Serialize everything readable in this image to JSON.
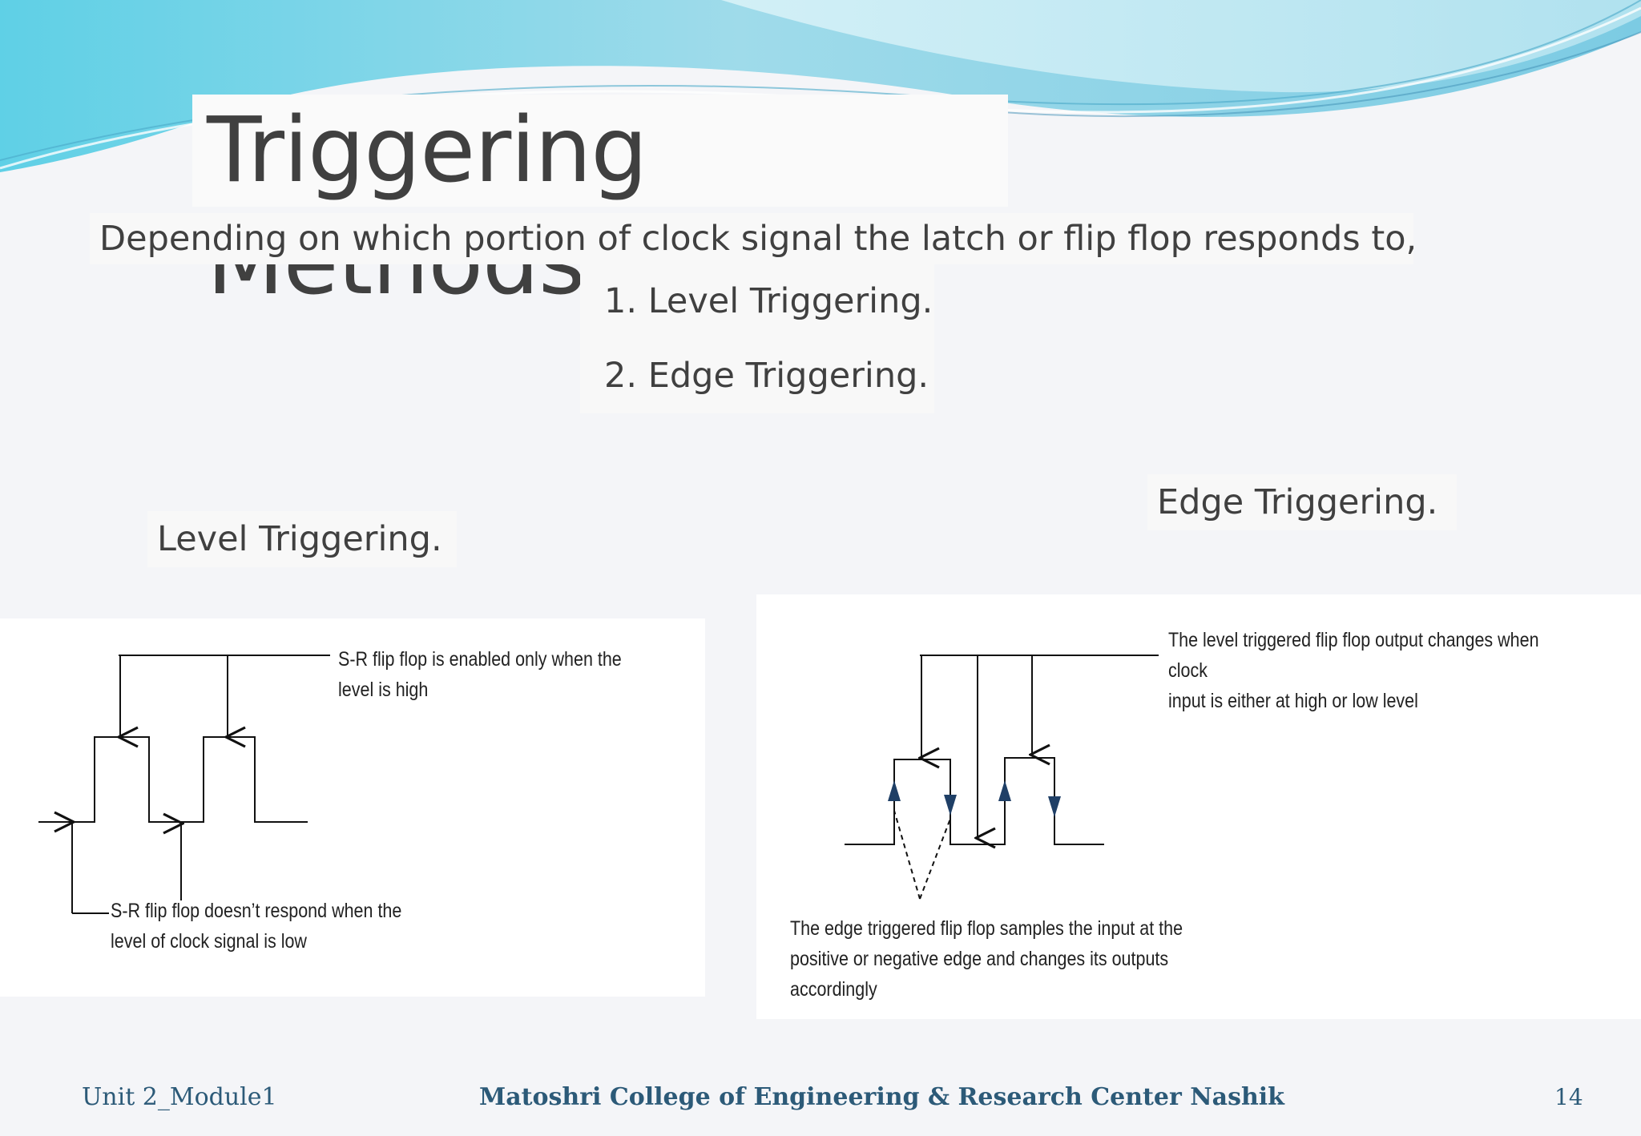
{
  "slide": {
    "title": "Triggering Methods",
    "intro": "Depending on which portion of clock signal the latch or flip flop responds to,",
    "list": [
      "1. Level Triggering.",
      "2. Edge Triggering."
    ],
    "level_heading": "Level Triggering.",
    "edge_heading": "Edge Triggering.",
    "level_diagram": {
      "top_label": "S-R flip flop is enabled only when the\nlevel is high",
      "bottom_label": "S-R flip flop doesn’t respond when the\nlevel of clock signal is low"
    },
    "edge_diagram": {
      "top_label": "The level triggered flip flop output changes when clock\ninput is either at high or low level",
      "bottom_label": "The edge triggered flip flop samples the input at the\npositive or negative edge and changes its outputs\naccordingly"
    }
  },
  "footer": {
    "left": "Unit 2_Module1",
    "center": "Matoshri College of Engineering & Research Center Nashik",
    "page_number": "14"
  },
  "colors": {
    "background": "#f4f5f8",
    "wave_light": "#bfe9f3",
    "wave_accent": "#5bc6de",
    "footer_text": "#2c5a78",
    "edge_arrow": "#1f3f66"
  }
}
